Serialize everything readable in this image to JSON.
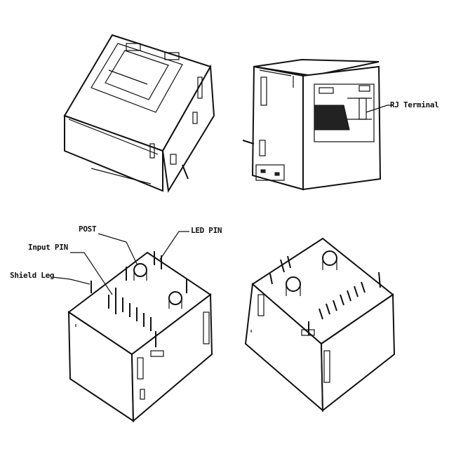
{
  "labels": {
    "rj_terminal": "RJ Terminal",
    "post": "POST",
    "led_pin": "LED PIN",
    "input_pin": "Input PIN",
    "shield_leg": "Shield Leg"
  },
  "colors": {
    "line": "#111111",
    "background": "#ffffff"
  }
}
